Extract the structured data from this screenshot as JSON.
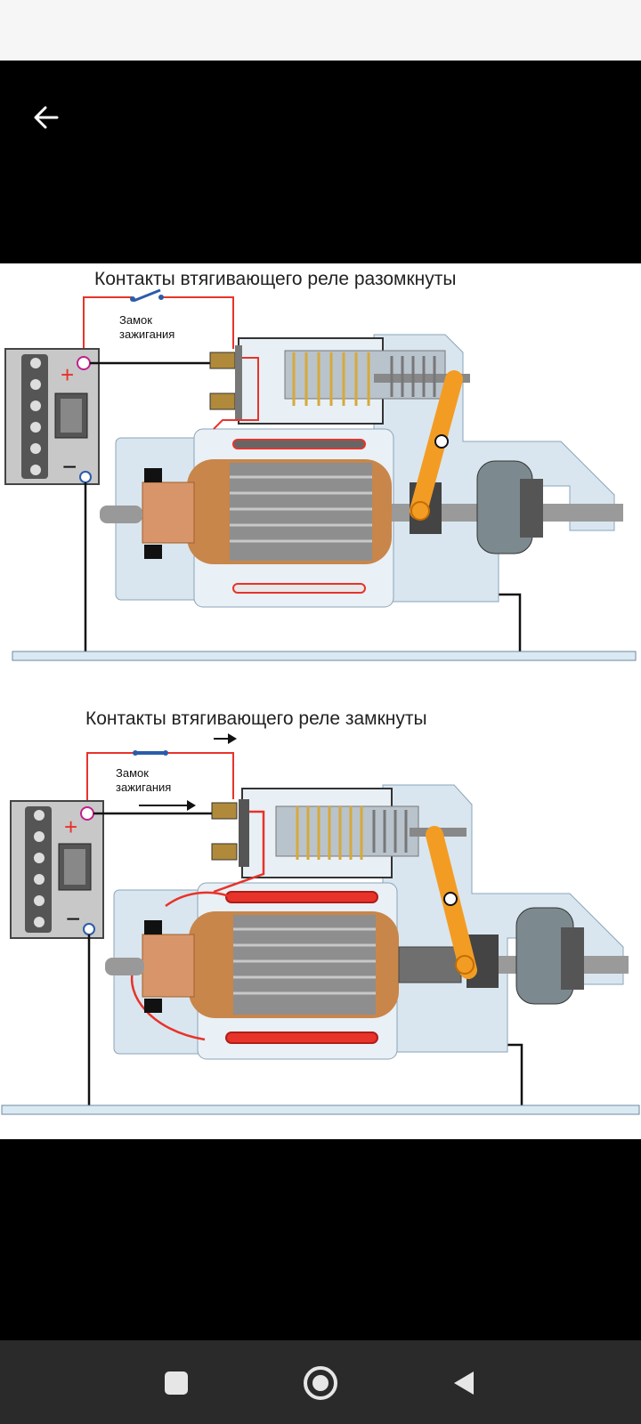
{
  "app": {
    "back_icon": "arrow-left-icon"
  },
  "diagrams": [
    {
      "title": "Контакты втягивающего реле разомкнуты",
      "switch_label_line1": "Замок",
      "switch_label_line2": "зажигания",
      "plus_sign": "+",
      "minus_sign": "−",
      "state": "open"
    },
    {
      "title": "Контакты втягивающего реле замкнуты",
      "switch_label_line1": "Замок",
      "switch_label_line2": "зажигания",
      "plus_sign": "+",
      "minus_sign": "−",
      "state": "closed"
    }
  ],
  "colors": {
    "wire_red": "#e8332a",
    "lever_orange": "#f39c24",
    "housing_blue": "#d9e6ef",
    "copper": "#c8864a",
    "battery_gray": "#c8c8c8"
  },
  "nav": {
    "recents_icon": "square-icon",
    "home_icon": "circle-icon",
    "back_icon": "triangle-back-icon"
  }
}
